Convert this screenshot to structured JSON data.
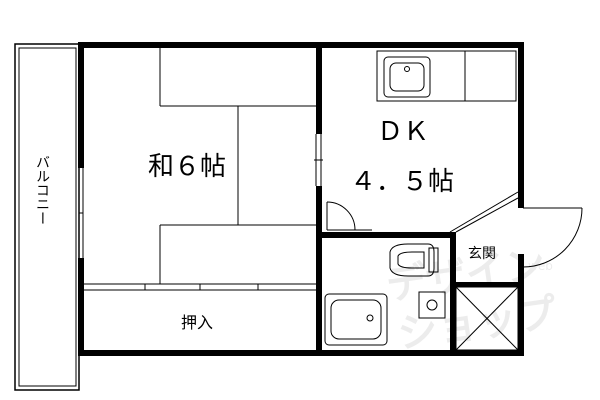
{
  "floorplan": {
    "rooms": {
      "washitsu": "和６帖",
      "dk_name": "ＤＫ",
      "dk_size": "４．５帖",
      "oshiire": "押入",
      "genkan": "玄関",
      "balcony": "バルコニー"
    },
    "watermark": {
      "line1": "デザイン",
      "line2": "ショップ",
      "small": "web"
    }
  }
}
